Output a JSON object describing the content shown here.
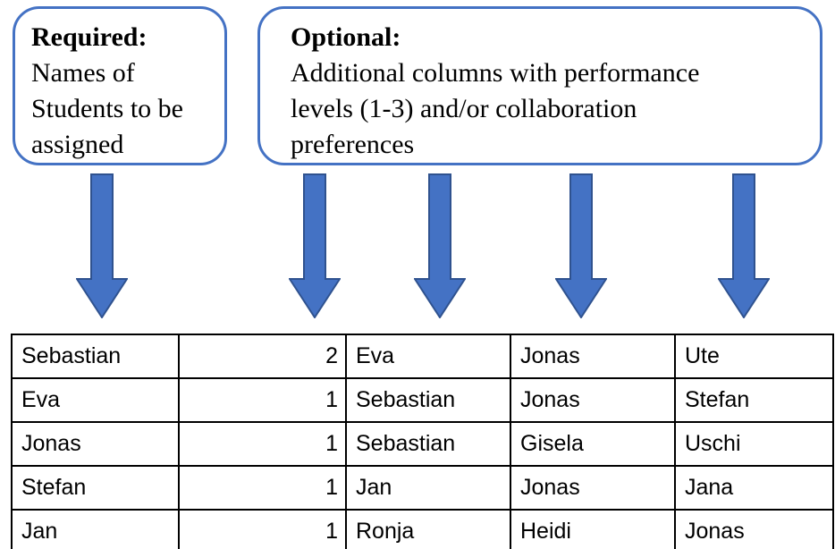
{
  "callouts": [
    {
      "title": "Required:",
      "body": "Names of Students to be assigned"
    },
    {
      "title": "Optional:",
      "body": "Additional columns with performance levels (1-3) and/or collaboration preferences"
    }
  ],
  "arrows": {
    "count": 5,
    "direction": "down",
    "fill_color": "#4472C4",
    "outline_color": "#2F528F"
  },
  "table": {
    "rows": [
      [
        "Sebastian",
        "2",
        "Eva",
        "Jonas",
        "Ute"
      ],
      [
        "Eva",
        "1",
        "Sebastian",
        "Jonas",
        "Stefan"
      ],
      [
        "Jonas",
        "1",
        "Sebastian",
        "Gisela",
        "Uschi"
      ],
      [
        "Stefan",
        "1",
        "Jan",
        "Jonas",
        "Jana"
      ],
      [
        "Jan",
        "1",
        "Ronja",
        "Heidi",
        "Jonas"
      ]
    ]
  },
  "colors": {
    "accent_blue": "#4472C4",
    "arrow_outline_blue": "#2F528F",
    "table_border": "#000000",
    "text": "#000000",
    "background": "#FFFFFF"
  }
}
